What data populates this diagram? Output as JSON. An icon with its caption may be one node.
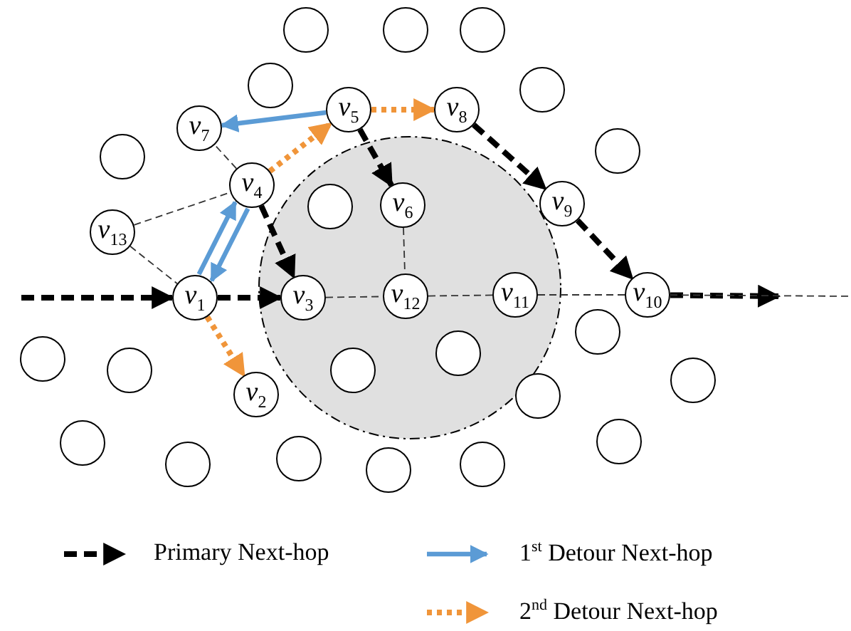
{
  "diagram": {
    "nodes": [
      {
        "text": [
          "*v*$_{1}$"
        ]
      },
      {
        "text": [
          "*v*$_{2}$"
        ]
      },
      {
        "text": [
          "*v*$_{3}$"
        ]
      },
      {
        "text": [
          "*v*$_{4}$"
        ]
      },
      {
        "text": [
          "*v*$_{5}$"
        ]
      },
      {
        "text": [
          "*v*$_{6}$"
        ]
      },
      {
        "text": [
          "*v*$_{7}$"
        ]
      },
      {
        "text": [
          "*v*$_{8}$"
        ]
      },
      {
        "text": [
          "*v*$_{9}$"
        ]
      },
      {
        "text": [
          "*v*$_{10}$"
        ]
      },
      {
        "text": [
          "*v*$_{11}$"
        ]
      },
      {
        "text": [
          "*v*$_{12}$"
        ]
      },
      {
        "text": [
          "*v*$_{13}$"
        ]
      },
      {
        "text": [],
        "shape": "circle"
      },
      {
        "text": [],
        "shape": "circle"
      },
      {
        "text": [],
        "shape": "circle"
      },
      {
        "text": [],
        "shape": "circle"
      },
      {
        "text": [],
        "shape": "circle"
      },
      {
        "text": [],
        "shape": "circle"
      },
      {
        "text": [],
        "shape": "circle"
      },
      {
        "text": [],
        "shape": "circle"
      },
      {
        "text": [],
        "shape": "circle"
      },
      {
        "text": [],
        "shape": "circle"
      },
      {
        "text": [],
        "shape": "circle"
      },
      {
        "text": [],
        "shape": "circle"
      },
      {
        "text": [],
        "shape": "circle"
      },
      {
        "text": [],
        "shape": "circle"
      },
      {
        "text": [],
        "shape": "circle"
      },
      {
        "text": [],
        "shape": "circle"
      },
      {
        "text": [],
        "shape": "circle"
      },
      {
        "text": [],
        "shape": "circle"
      },
      {
        "text": [],
        "shape": "circle"
      },
      {
        "text": [],
        "shape": "circle"
      },
      {
        "text": [],
        "shape": "circle"
      }
    ],
    "edges": [
      {
        "from": null,
        "to": 0,
        "arrow": "to",
        "style": "dashed"
      },
      {
        "from": 0,
        "to": 2,
        "arrow": "to",
        "style": "dashed"
      },
      {
        "from": 3,
        "to": 2,
        "arrow": "to",
        "style": "dashed"
      },
      {
        "from": 4,
        "to": 5,
        "arrow": "to",
        "style": "dashed"
      },
      {
        "from": 7,
        "to": 8,
        "arrow": "to",
        "style": "dashed"
      },
      {
        "from": 8,
        "to": 9,
        "arrow": "to",
        "style": "dashed"
      },
      {
        "from": 9,
        "to": null,
        "arrow": "to",
        "style": "dashed"
      },
      {
        "from": 0,
        "to": 3,
        "arrow": "to",
        "color": "#5b9bd5"
      },
      {
        "from": 3,
        "to": 0,
        "arrow": "to",
        "color": "#5b9bd5"
      },
      {
        "from": 4,
        "to": 6,
        "arrow": "to",
        "color": "#5b9bd5"
      },
      {
        "from": 3,
        "to": 4,
        "arrow": "to",
        "style": "dashed",
        "color": "#f0953a"
      },
      {
        "from": 4,
        "to": 7,
        "arrow": "to",
        "style": "dashed",
        "color": "#f0953a"
      },
      {
        "from": 0,
        "to": 1,
        "arrow": "to",
        "style": "dashed",
        "color": "#f0953a"
      },
      {
        "from": 12,
        "to": 3,
        "arrow": "none",
        "style": "dashed",
        "color": "#333333"
      },
      {
        "from": 12,
        "to": 0,
        "arrow": "none",
        "style": "dashed",
        "color": "#333333"
      },
      {
        "from": 3,
        "to": 6,
        "arrow": "none",
        "style": "dashed",
        "color": "#333333"
      },
      {
        "from": 5,
        "to": 11,
        "arrow": "none",
        "style": "dashed",
        "color": "#333333"
      },
      {
        "from": 2,
        "to": 11,
        "arrow": "none",
        "style": "dashed",
        "color": "#333333"
      },
      {
        "from": 11,
        "to": 10,
        "arrow": "none",
        "style": "dashed",
        "color": "#333333"
      },
      {
        "from": 10,
        "to": 9,
        "arrow": "none",
        "style": "dashed",
        "color": "#333333"
      },
      {
        "from": 9,
        "to": null,
        "arrow": "none",
        "style": "dashed",
        "color": "#333333"
      }
    ],
    "legend": [
      {
        "text": "Primary Next-hop"
      },
      {
        "text": "1$^{st}$ Detour Next-hop"
      },
      {
        "text": "2$^{nd}$ Detour Next-hop"
      }
    ]
  }
}
